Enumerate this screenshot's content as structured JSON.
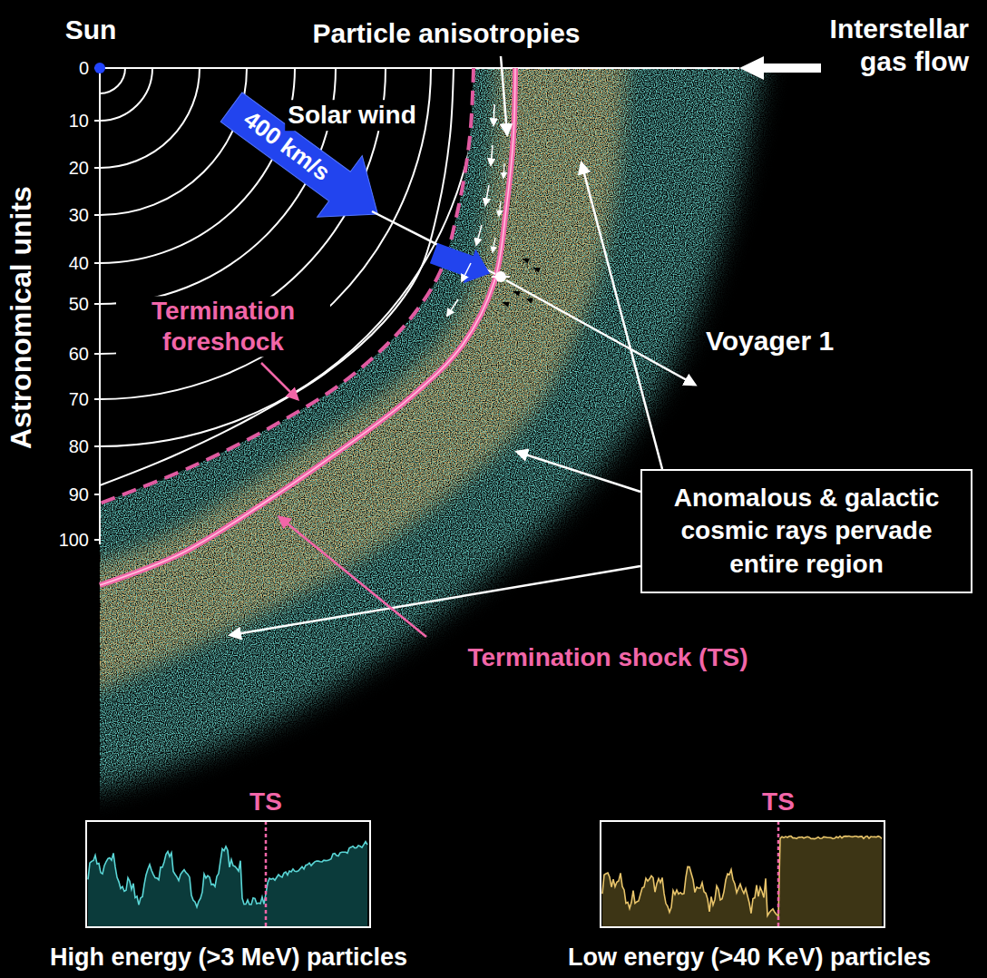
{
  "diagram": {
    "nodes": [
      {
        "text": [
          "Anomalous & galactic cosmic rays pervade entire region"
        ]
      }
    ],
    "labels": [
      "Sun",
      "Particle anisotropies",
      "Interstellar gas flow",
      "0",
      "10",
      "20",
      "30",
      "40",
      "50",
      "60",
      "70",
      "80",
      "90",
      "100",
      "Astronomical units",
      "Solar wind",
      "400 km/s",
      "Termination foreshock",
      "Voyager 1",
      "Termination shock (TS)",
      "TS",
      "TS",
      "High energy (>3 MeV) particles",
      "Low energy (>40 KeV) particles"
    ]
  }
}
